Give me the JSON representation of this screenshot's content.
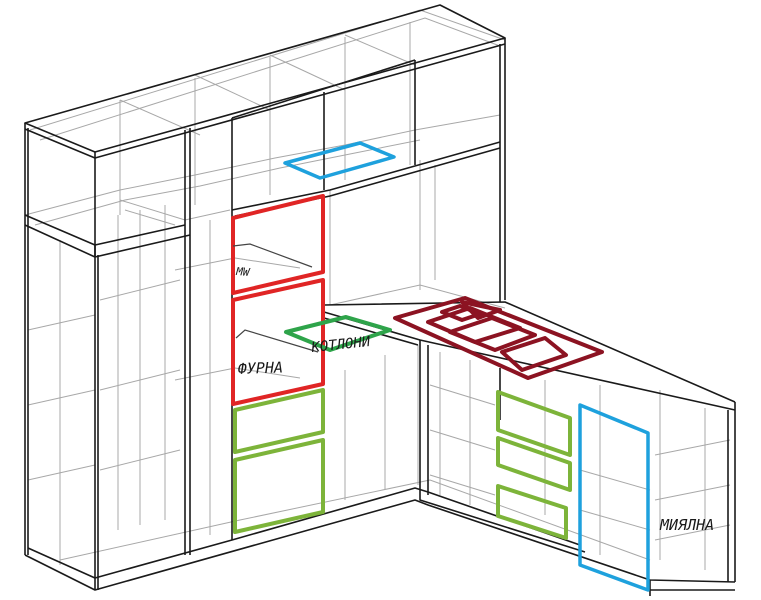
{
  "labels": {
    "mw": "MW",
    "furna": "ФУРНА",
    "kotloni": "КОТЛОНИ",
    "miyalna": "МИЯЛНА"
  },
  "colors": {
    "outline": "#1a1a1a",
    "light_line": "#9a9a9a",
    "red": "#e02525",
    "green_dark": "#2ea44a",
    "green_light": "#7db43a",
    "maroon": "#8c1322",
    "blue": "#1ea1dd"
  }
}
